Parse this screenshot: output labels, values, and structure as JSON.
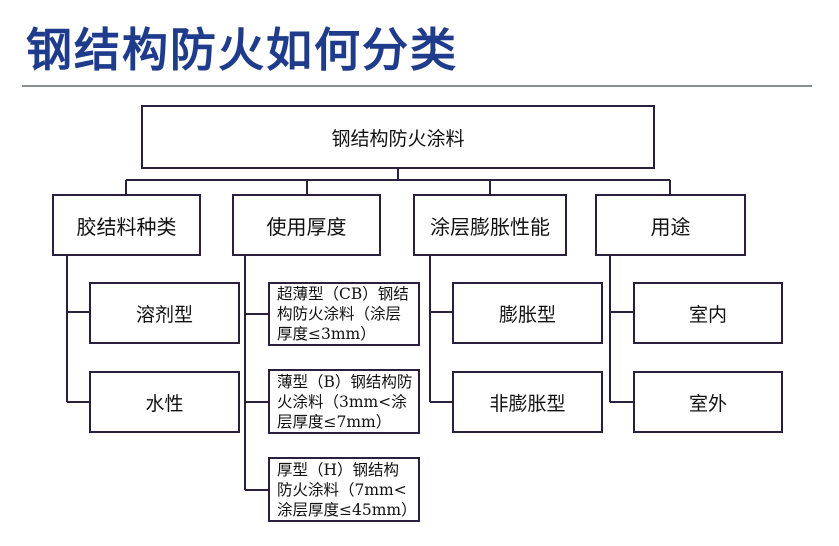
{
  "title": "钢结构防火如何分类",
  "root": {
    "label": "钢结构防火涂料"
  },
  "categories": [
    {
      "label": "胶结料种类",
      "children": [
        "溶剂型",
        "水性"
      ]
    },
    {
      "label": "使用厚度",
      "children": [
        "超薄型（CB）钢结构防火涂料（涂层厚度≤3mm）",
        "薄型（B）钢结构防火涂料（3mm<涂层厚度≤7mm）",
        "厚型（H）钢结构防火涂料（7mm<涂层厚度≤45mm）"
      ]
    },
    {
      "label": "涂层膨胀性能",
      "children": [
        "膨胀型",
        "非膨胀型"
      ]
    },
    {
      "label": "用途",
      "children": [
        "室内",
        "室外"
      ]
    }
  ],
  "colors": {
    "title": "#1f3c8c",
    "rule": "#8a8f96",
    "stroke": "#2a1f3d"
  }
}
